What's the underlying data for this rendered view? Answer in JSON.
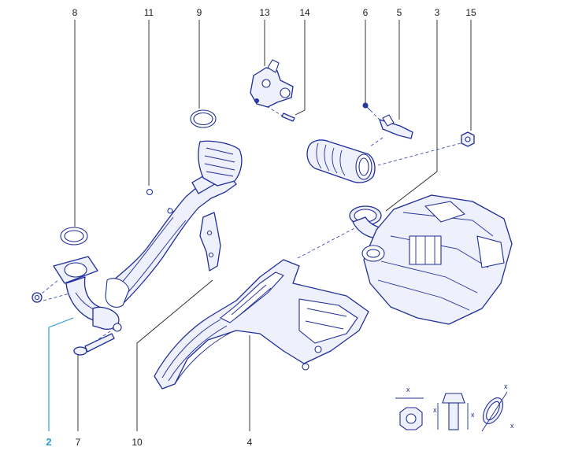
{
  "callouts": [
    {
      "id": "8",
      "label": "8"
    },
    {
      "id": "11",
      "label": "11"
    },
    {
      "id": "9",
      "label": "9"
    },
    {
      "id": "13",
      "label": "13"
    },
    {
      "id": "14",
      "label": "14"
    },
    {
      "id": "6",
      "label": "6"
    },
    {
      "id": "5",
      "label": "5"
    },
    {
      "id": "3",
      "label": "3"
    },
    {
      "id": "15",
      "label": "15"
    },
    {
      "id": "2",
      "label": "2"
    },
    {
      "id": "7",
      "label": "7"
    },
    {
      "id": "10",
      "label": "10"
    },
    {
      "id": "4",
      "label": "4"
    }
  ],
  "symbols": {
    "x_mark": "x"
  },
  "colors": {
    "line": "#1f2d9a",
    "highlight": "#2f9bd6",
    "fill": "#eef1fb"
  }
}
